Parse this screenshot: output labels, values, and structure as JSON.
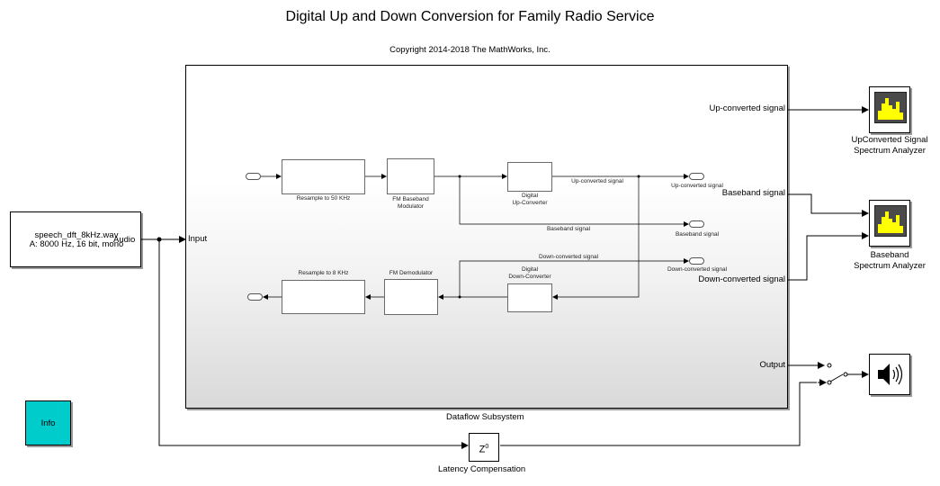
{
  "title": "Digital Up and Down Conversion for Family Radio Service",
  "copyright": "Copyright 2014-2018 The MathWorks, Inc.",
  "source_block": {
    "line1": "speech_dft_8kHz.wav",
    "line2": "A: 8000 Hz, 16 bit, mono",
    "port_label": "Audio"
  },
  "subsystem": {
    "name": "Dataflow Subsystem",
    "input_label": "Input",
    "outputs": [
      "Up-converted signal",
      "Baseband signal",
      "Down-converted signal",
      "Output"
    ],
    "inner": {
      "resample50": "Resample to 50 KHz",
      "fm_mod_line1": "FM Baseband",
      "fm_mod_line2": "Modulator",
      "upconv_line1": "Digital",
      "upconv_line2": "Up-Converter",
      "upconv_signal": "Up-converted signal",
      "upconv_port": "Up-converted signal",
      "baseband_signal": "Baseband signal",
      "baseband_port": "Baseband signal",
      "downconv_signal": "Down-converted signal",
      "downconv_port": "Down-converted signal",
      "downconv_line1": "Digital",
      "downconv_line2": "Down-Converter",
      "fm_demod": "FM Demodulator",
      "resample8": "Resample to 8 KHz"
    }
  },
  "scopes": [
    {
      "line1": "UpConverted Signal",
      "line2": "Spectrum Analyzer"
    },
    {
      "line1": "Baseband",
      "line2": "Spectrum Analyzer"
    }
  ],
  "latency": {
    "symbol": "Z",
    "exponent": "0",
    "label": "Latency Compensation"
  },
  "info_button": "Info",
  "speaker_icon": "speaker-icon",
  "colors": {
    "info": "#00cccc",
    "scope_screen": "#4a4a4a",
    "scope_trace": "#ffff00"
  }
}
